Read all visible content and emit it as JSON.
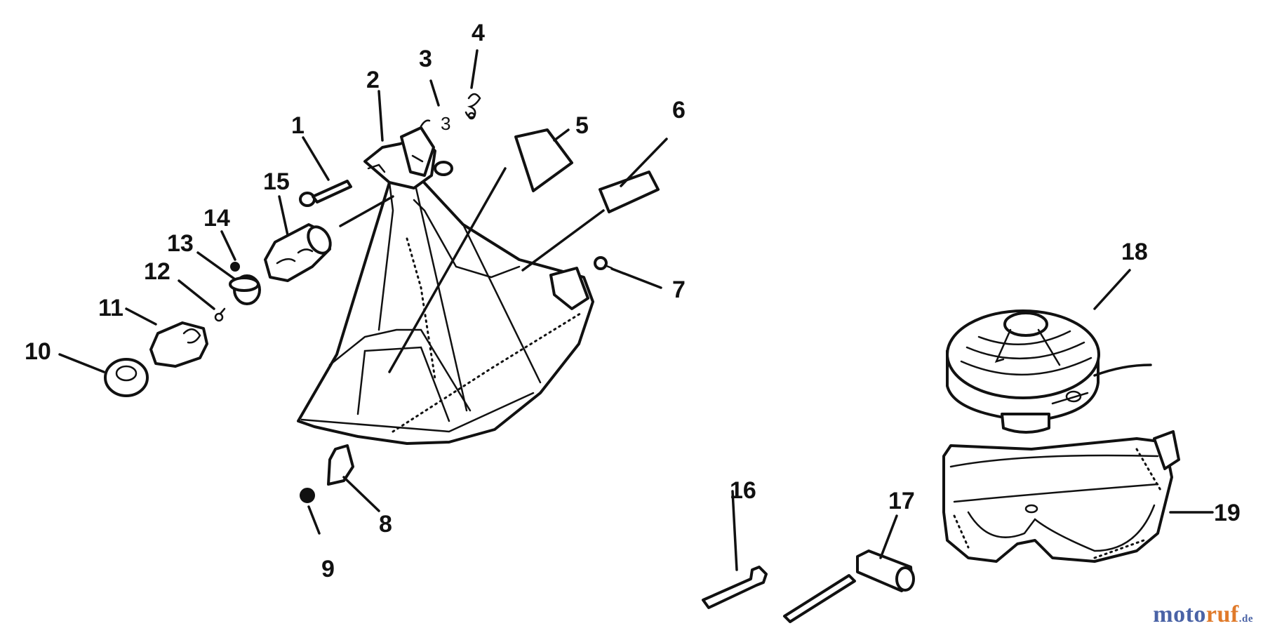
{
  "diagram": {
    "callouts": [
      {
        "id": "1",
        "text": "1"
      },
      {
        "id": "2",
        "text": "2"
      },
      {
        "id": "3",
        "text": "3"
      },
      {
        "id": "4",
        "text": "4"
      },
      {
        "id": "5",
        "text": "5"
      },
      {
        "id": "6",
        "text": "6"
      },
      {
        "id": "7",
        "text": "7"
      },
      {
        "id": "8",
        "text": "8"
      },
      {
        "id": "9",
        "text": "9"
      },
      {
        "id": "10",
        "text": "10"
      },
      {
        "id": "11",
        "text": "11"
      },
      {
        "id": "12",
        "text": "12"
      },
      {
        "id": "13",
        "text": "13"
      },
      {
        "id": "14",
        "text": "14"
      },
      {
        "id": "15",
        "text": "15"
      },
      {
        "id": "16",
        "text": "16"
      },
      {
        "id": "17",
        "text": "17"
      },
      {
        "id": "18",
        "text": "18"
      },
      {
        "id": "19",
        "text": "19"
      }
    ],
    "small_mark_3": "3"
  },
  "watermark": {
    "part_a": "moto",
    "part_b": "ruf",
    "part_c": ".de"
  }
}
